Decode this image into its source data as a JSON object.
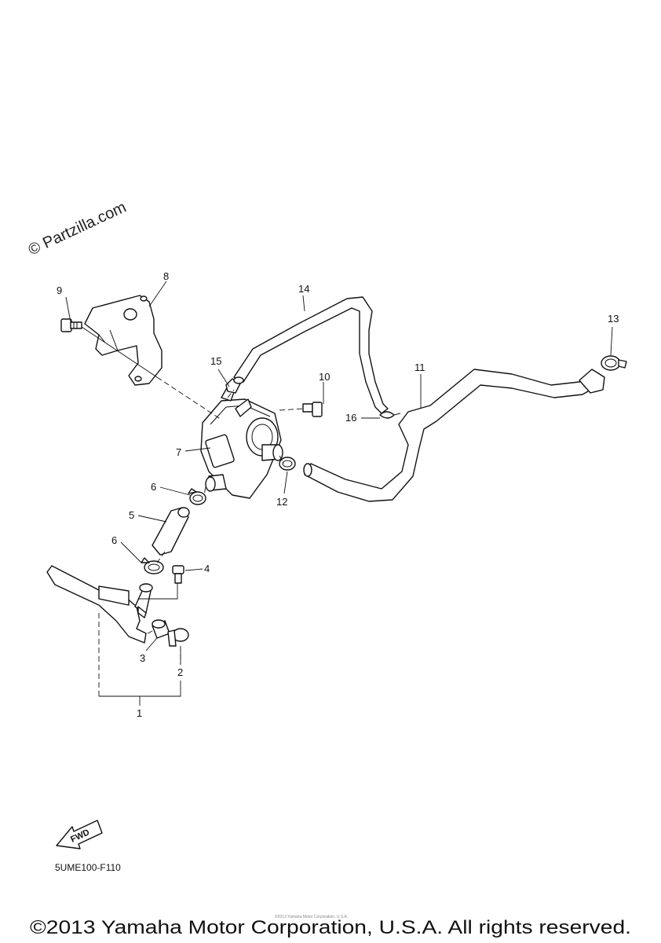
{
  "watermark": "© Partzilla.com",
  "callouts": [
    {
      "id": "1",
      "label": "1"
    },
    {
      "id": "2",
      "label": "2"
    },
    {
      "id": "3",
      "label": "3"
    },
    {
      "id": "4",
      "label": "4"
    },
    {
      "id": "5",
      "label": "5"
    },
    {
      "id": "6a",
      "label": "6"
    },
    {
      "id": "6b",
      "label": "6"
    },
    {
      "id": "7",
      "label": "7"
    },
    {
      "id": "8",
      "label": "8"
    },
    {
      "id": "9",
      "label": "9"
    },
    {
      "id": "10",
      "label": "10"
    },
    {
      "id": "11",
      "label": "11"
    },
    {
      "id": "12",
      "label": "12"
    },
    {
      "id": "13",
      "label": "13"
    },
    {
      "id": "14",
      "label": "14"
    },
    {
      "id": "15",
      "label": "15"
    },
    {
      "id": "16",
      "label": "16"
    }
  ],
  "fwd_label": "FWD",
  "diagram_code": "5UME100-F110",
  "fine_print": "©2013 Yamaha Motor Corporation, U.S.A.",
  "copyright": "©2013 Yamaha Motor Corporation, U.S.A. All rights reserved."
}
